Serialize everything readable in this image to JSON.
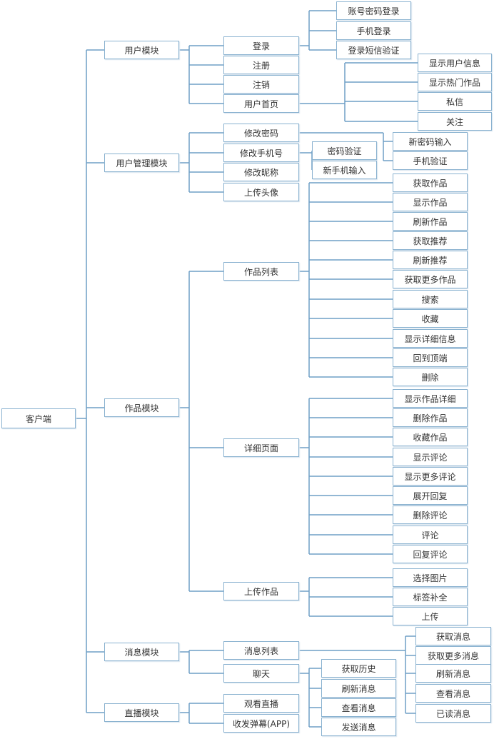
{
  "nodes": {
    "client": "客户端",
    "user_module": "用户模块",
    "user_mgmt_module": "用户管理模块",
    "works_module": "作品模块",
    "message_module": "消息模块",
    "live_module": "直播模块",
    "login": "登录",
    "register": "注册",
    "logout": "注销",
    "user_home": "用户首页",
    "account_password_login": "账号密码登录",
    "phone_login": "手机登录",
    "sms_login": "登录短信验证",
    "show_user_info": "显示用户信息",
    "show_hot_works": "显示热门作品",
    "private_message": "私信",
    "follow": "关注",
    "change_password": "修改密码",
    "change_phone": "修改手机号",
    "change_nickname": "修改昵称",
    "upload_avatar": "上传头像",
    "password_verify": "密码验证",
    "new_phone_input": "新手机输入",
    "new_password_input": "新密码输入",
    "phone_verify": "手机验证",
    "works_list": "作品列表",
    "detail_page": "详细页面",
    "upload_work": "上传作品",
    "get_works": "获取作品",
    "show_works": "显示作品",
    "refresh_works": "刷新作品",
    "get_recommend": "获取推荐",
    "refresh_recommend": "刷新推荐",
    "get_more_works": "获取更多作品",
    "search": "搜索",
    "favorite": "收藏",
    "show_detail_info": "显示详细信息",
    "back_to_top": "回到顶端",
    "delete": "删除",
    "show_work_detail": "显示作品详细",
    "delete_work": "删除作品",
    "favorite_work": "收藏作品",
    "show_comments": "显示评论",
    "show_more_comments": "显示更多评论",
    "expand_replies": "展开回复",
    "delete_comment": "删除评论",
    "comment": "评论",
    "reply_comment": "回复评论",
    "select_image": "选择图片",
    "tag_complete": "标签补全",
    "upload": "上传",
    "message_list": "消息列表",
    "chat": "聊天",
    "get_history": "获取历史",
    "refresh_message_chat": "刷新消息",
    "view_message_chat": "查看消息",
    "send_message": "发送消息",
    "get_message": "获取消息",
    "get_more_messages": "获取更多消息",
    "refresh_message_list": "刷新消息",
    "view_message_list": "查看消息",
    "read_message": "已读消息",
    "watch_live": "观看直播",
    "send_receive_danmaku": "收发弹幕(APP)"
  },
  "colors": {
    "box_border": "#8ab2d0",
    "line": "#6f9fc6",
    "text": "#333333"
  }
}
